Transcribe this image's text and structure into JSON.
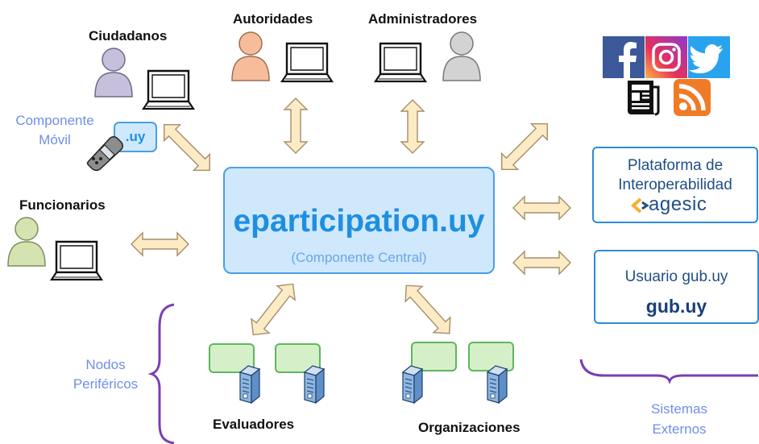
{
  "actors": {
    "ciudadanos": "Ciudadanos",
    "autoridades": "Autoridades",
    "administradores": "Administradores",
    "funcionarios": "Funcionarios",
    "evaluadores": "Evaluadores",
    "organizaciones": "Organizaciones"
  },
  "central": {
    "title": "eparticipation.uy",
    "subtitle": "(Componente Central)"
  },
  "mobile": {
    "line1": "Componente",
    "line2": "Móvil",
    "tag": ".uy"
  },
  "peripheral": {
    "line1": "Nodos",
    "line2": "Periféricos"
  },
  "external": {
    "interop_line1": "Plataforma de",
    "interop_line2": "Interoperabilidad",
    "agesic_logo": "agesic",
    "gub_line1": "Usuario gub.uy",
    "gub_logo": "gub.uy",
    "systems_line1": "Sistemas",
    "systems_line2": "Externos"
  },
  "colors": {
    "central_fill": "#cfe8fb",
    "central_border": "#4a9fe6",
    "arrow_fill": "#fdebc5",
    "arrow_stroke": "#a48f6a",
    "bracket": "#7b3fb0",
    "label_blue": "#6f8fe8",
    "node_fill": "#d5f0c9",
    "node_border": "#5fb65c"
  },
  "icons": [
    "person-icon",
    "laptop-icon",
    "mobile-phone-icon",
    "server-icon",
    "facebook-icon",
    "instagram-icon",
    "twitter-icon",
    "news-icon",
    "rss-icon"
  ]
}
